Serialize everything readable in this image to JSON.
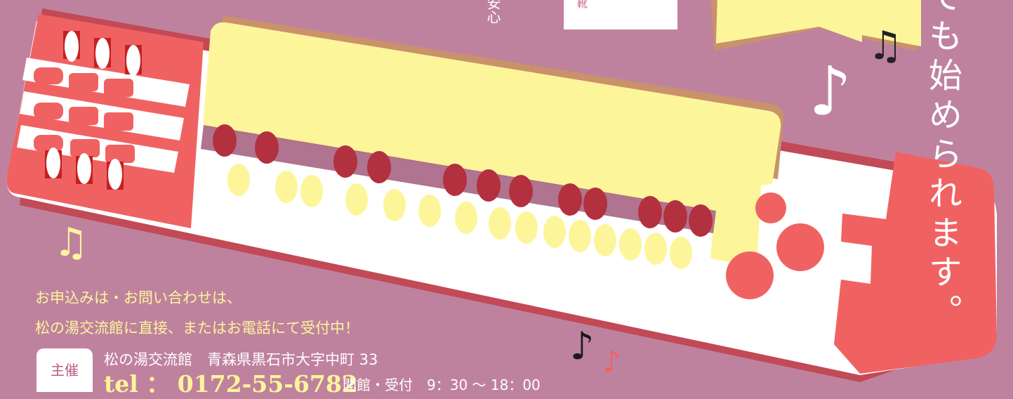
{
  "vertical_heading": "でも始められます。",
  "vertical_small": "安心",
  "bag_label": "靴",
  "info": {
    "line1": "お申込みは・お問い合わせは、",
    "line2": "松の湯交流館に直接、またはお電話にて受付中！",
    "badge": "主催",
    "organizer": "松の湯交流館　青森県黒石市大字中町 33",
    "tel": "tel ： 0172-55-6782",
    "hours": "開館・受付　9：30 〜 18：00"
  },
  "notes": {
    "note1": "♪",
    "note2": "♫",
    "note3": "♫",
    "note4": "♪",
    "note5": "♪"
  },
  "colors": {
    "background": "#bf829e",
    "coral": "#f06262",
    "yellow": "#fdf59a",
    "dark_red": "#b3303f",
    "white": "#ffffff"
  }
}
